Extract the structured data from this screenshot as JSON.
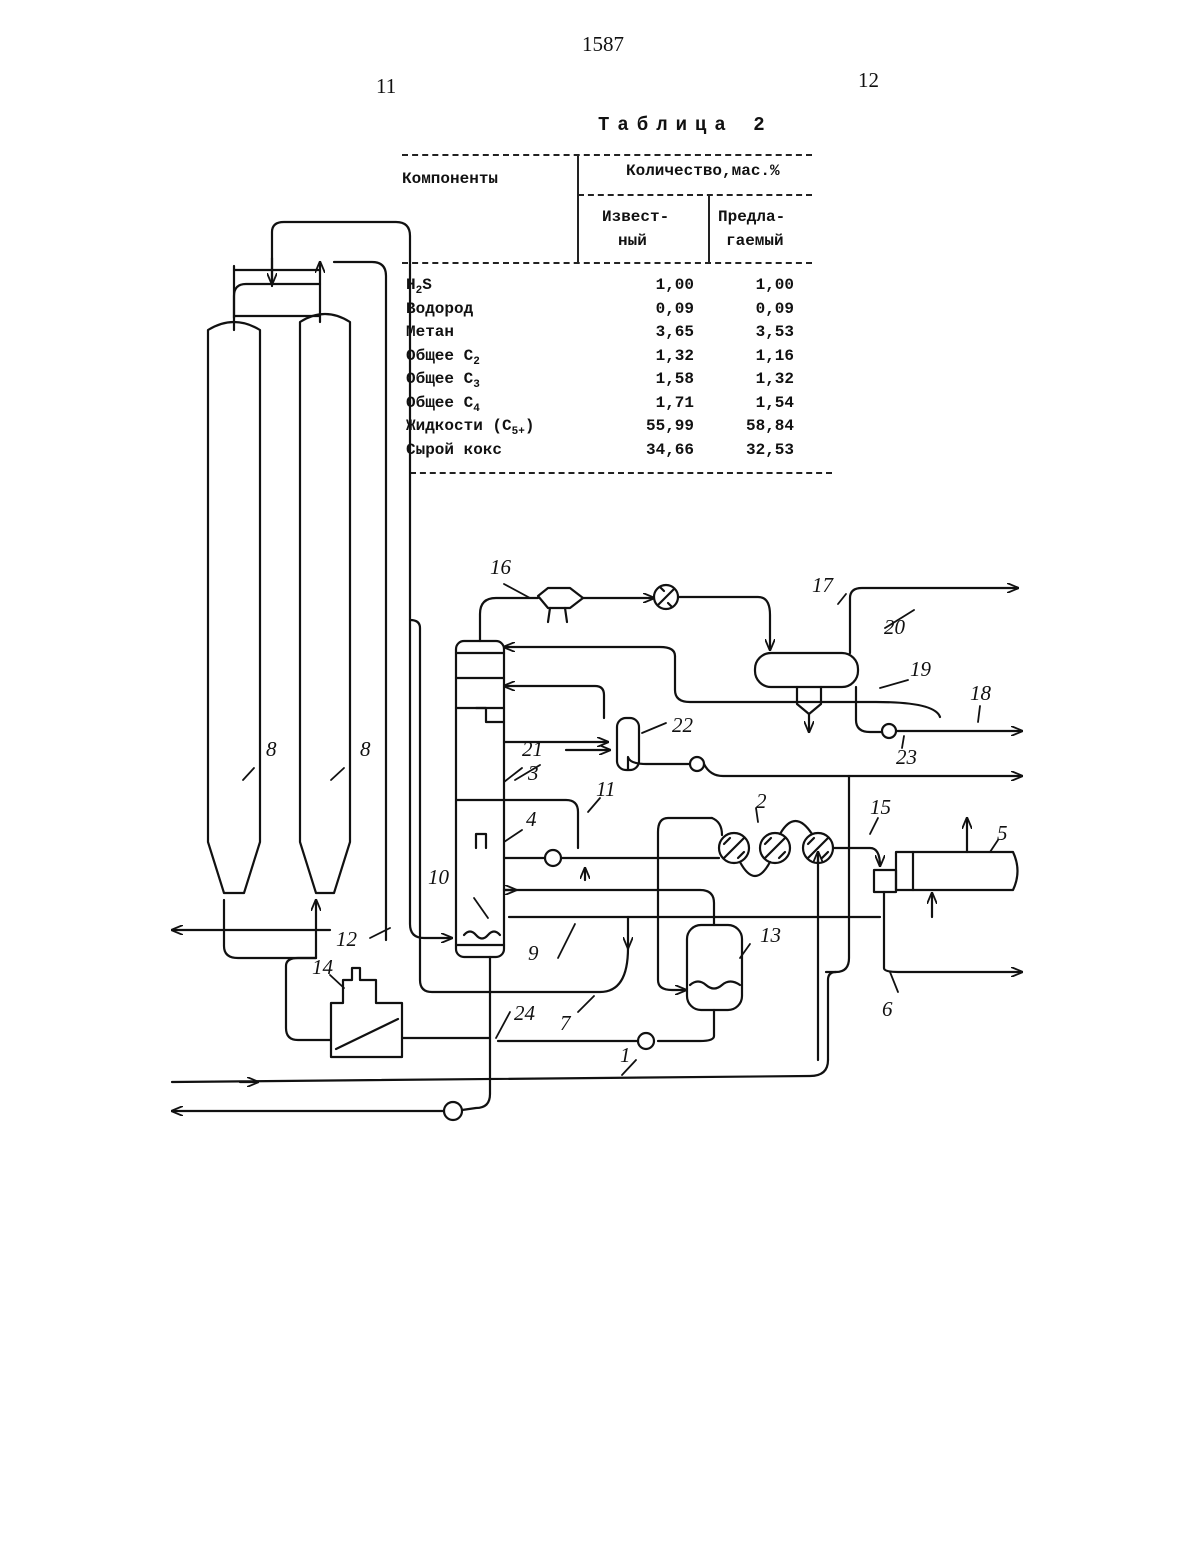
{
  "header": {
    "page_number": "1587",
    "left_column_number": "11",
    "right_column_number": "12"
  },
  "table": {
    "caption": "Таблица 2",
    "col_components": "Компоненты",
    "col_quantity": "Количество,мас.%",
    "col_known": [
      "Извест-",
      "ный"
    ],
    "col_proposed": [
      "Предла-",
      "гаемый"
    ],
    "rows": [
      {
        "component": "H2S",
        "known": "1,00",
        "proposed": "1,00"
      },
      {
        "component": "Водород",
        "known": "0,09",
        "proposed": "0,09"
      },
      {
        "component": "Метан",
        "known": "3,65",
        "proposed": "3,53"
      },
      {
        "component": "Общее C2",
        "known": "1,32",
        "proposed": "1,16"
      },
      {
        "component": "Общее C3",
        "known": "1,58",
        "proposed": "1,32"
      },
      {
        "component": "Общее C4",
        "known": "1,71",
        "proposed": "1,54"
      },
      {
        "component": "Жидкости (C5+)",
        "known": "55,99",
        "proposed": "58,84"
      },
      {
        "component": "Сырой кокс",
        "known": "34,66",
        "proposed": "32,53"
      }
    ]
  },
  "diagram": {
    "labels": {
      "l1": "1",
      "l2": "2",
      "l3": "3",
      "l4": "4",
      "l5": "5",
      "l6": "6",
      "l7": "7",
      "l8": "8",
      "l9": "9",
      "l10": "10",
      "l11": "11",
      "l12": "12",
      "l13": "13",
      "l14": "14",
      "l15": "15",
      "l16": "16",
      "l17": "17",
      "l18": "18",
      "l19": "19",
      "l20": "20",
      "l21": "21",
      "l22": "22",
      "l23": "23",
      "l24": "24"
    }
  }
}
